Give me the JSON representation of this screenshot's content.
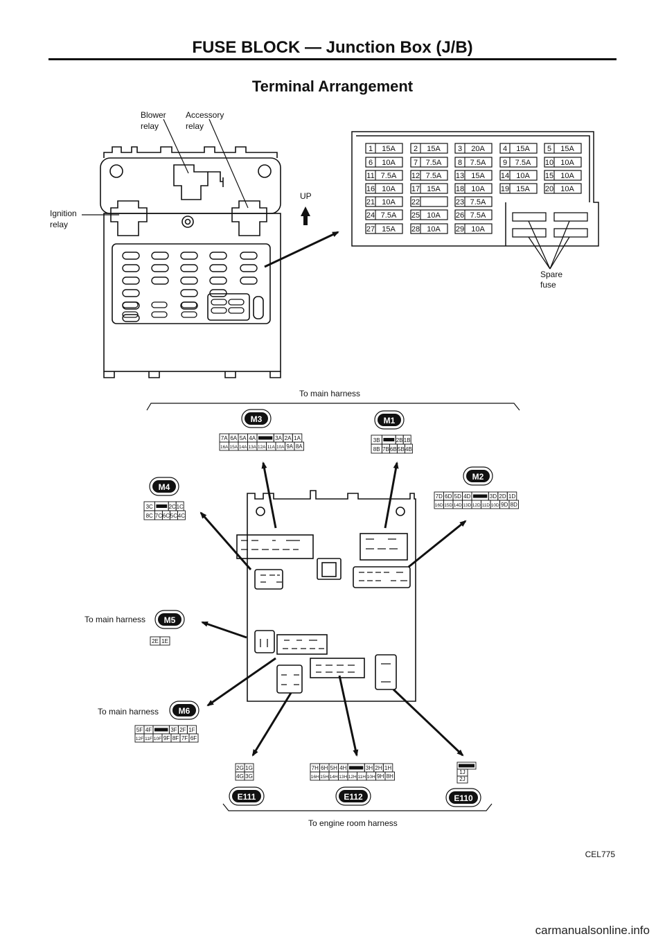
{
  "header": {
    "title": "FUSE BLOCK — Junction Box (J/B)",
    "subtitle": "Terminal Arrangement"
  },
  "labels": {
    "blower_relay": [
      "Blower",
      "relay"
    ],
    "accessory_relay": [
      "Accessory",
      "relay"
    ],
    "ignition_relay": [
      "Ignition",
      "relay"
    ],
    "up": "UP",
    "spare_fuse": [
      "Spare",
      "fuse"
    ],
    "to_main_harness": "To main harness",
    "to_engine_room_harness": "To engine room harness"
  },
  "fuses": [
    {
      "no": "1",
      "amp": "15A"
    },
    {
      "no": "2",
      "amp": "15A"
    },
    {
      "no": "3",
      "amp": "20A"
    },
    {
      "no": "4",
      "amp": "15A"
    },
    {
      "no": "5",
      "amp": "15A"
    },
    {
      "no": "6",
      "amp": "10A"
    },
    {
      "no": "7",
      "amp": "7.5A"
    },
    {
      "no": "8",
      "amp": "7.5A"
    },
    {
      "no": "9",
      "amp": "7.5A"
    },
    {
      "no": "10",
      "amp": "10A"
    },
    {
      "no": "11",
      "amp": "7.5A"
    },
    {
      "no": "12",
      "amp": "7.5A"
    },
    {
      "no": "13",
      "amp": "15A"
    },
    {
      "no": "14",
      "amp": "10A"
    },
    {
      "no": "15",
      "amp": "10A"
    },
    {
      "no": "16",
      "amp": "10A"
    },
    {
      "no": "17",
      "amp": "15A"
    },
    {
      "no": "18",
      "amp": "10A"
    },
    {
      "no": "19",
      "amp": "15A"
    },
    {
      "no": "20",
      "amp": "10A"
    },
    {
      "no": "21",
      "amp": "10A"
    },
    {
      "no": "22",
      "amp": ""
    },
    {
      "no": "23",
      "amp": "7.5A"
    },
    {
      "no": "24",
      "amp": "7.5A"
    },
    {
      "no": "25",
      "amp": "10A"
    },
    {
      "no": "26",
      "amp": "7.5A"
    },
    {
      "no": "27",
      "amp": "15A"
    },
    {
      "no": "28",
      "amp": "10A"
    },
    {
      "no": "29",
      "amp": "10A"
    }
  ],
  "connectors": {
    "M3": {
      "rows": [
        [
          "7A",
          "6A",
          "5A",
          "4A",
          "■",
          "3A",
          "2A",
          "1A"
        ],
        [
          "16A",
          "15A",
          "14A",
          "13A",
          "12A",
          "11A",
          "10A",
          "9A",
          "8A"
        ]
      ]
    },
    "M1": {
      "rows": [
        [
          "3B",
          "■",
          "2B",
          "1B"
        ],
        [
          "8B",
          "7B",
          "6B",
          "5B",
          "4B"
        ]
      ]
    },
    "M4": {
      "rows": [
        [
          "3C",
          "■",
          "2C",
          "1C"
        ],
        [
          "8C",
          "7C",
          "6C",
          "5C",
          "4C"
        ]
      ]
    },
    "M2": {
      "rows": [
        [
          "7D",
          "6D",
          "5D",
          "4D",
          "■",
          "3D",
          "2D",
          "1D"
        ],
        [
          "16D",
          "15D",
          "14D",
          "13D",
          "12D",
          "11D",
          "10D",
          "9D",
          "8D"
        ]
      ]
    },
    "M5": {
      "rows": [
        [
          "2E",
          "1E"
        ]
      ]
    },
    "M6": {
      "rows": [
        [
          "5F",
          "4F",
          "■",
          "3F",
          "2F",
          "1F"
        ],
        [
          "12F",
          "11F",
          "10F",
          "9F",
          "8F",
          "7F",
          "6F"
        ]
      ]
    },
    "E111": {
      "rows": [
        [
          "2G",
          "1G"
        ],
        [
          "4G",
          "3G"
        ]
      ]
    },
    "E112": {
      "rows": [
        [
          "7H",
          "6H",
          "5H",
          "4H",
          "■",
          "3H",
          "2H",
          "1H"
        ],
        [
          "16H",
          "15H",
          "14H",
          "13H",
          "12H",
          "11H",
          "10H",
          "9H",
          "8H"
        ]
      ]
    },
    "E110": {
      "rows": [
        [
          "■"
        ],
        [
          "1J"
        ],
        [
          "2J"
        ]
      ]
    }
  },
  "figure_code": "CEL775",
  "watermark": "carmanualsonline.info"
}
